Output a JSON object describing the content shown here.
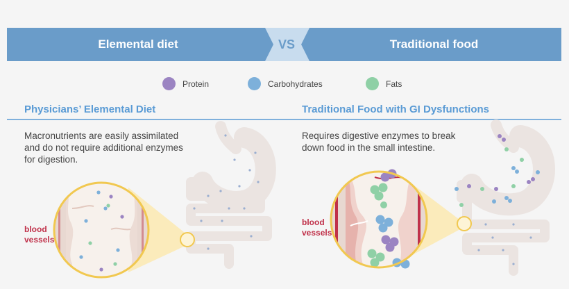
{
  "banner": {
    "left_label": "Elemental diet",
    "vs_label": "VS",
    "right_label": "Traditional food",
    "color": "#6a9cc9",
    "vs_bg": "#c8dcee"
  },
  "legend": [
    {
      "label": "Protein",
      "color": "#9b84c2"
    },
    {
      "label": "Carbohydrates",
      "color": "#7db0da"
    },
    {
      "label": "Fats",
      "color": "#8fd0a6"
    }
  ],
  "left_panel": {
    "heading": "Physicians’ Elemental Diet",
    "description": [
      "Macronutrients are easily assimilated",
      "and do not require additional enzymes",
      "for digestion."
    ],
    "label": [
      "blood",
      "vessels"
    ]
  },
  "right_panel": {
    "heading": "Traditional Food with GI Dysfunctions",
    "description": [
      "Requires digestive enzymes to break",
      "down food in the small intestine."
    ],
    "label": [
      "blood",
      "vessels"
    ]
  },
  "colors": {
    "heading": "#5a9bd5",
    "organ": "#ebe4e1",
    "zoom": "#fbe9b0",
    "ring": "#f1c850",
    "vessel": "#c0314a"
  }
}
